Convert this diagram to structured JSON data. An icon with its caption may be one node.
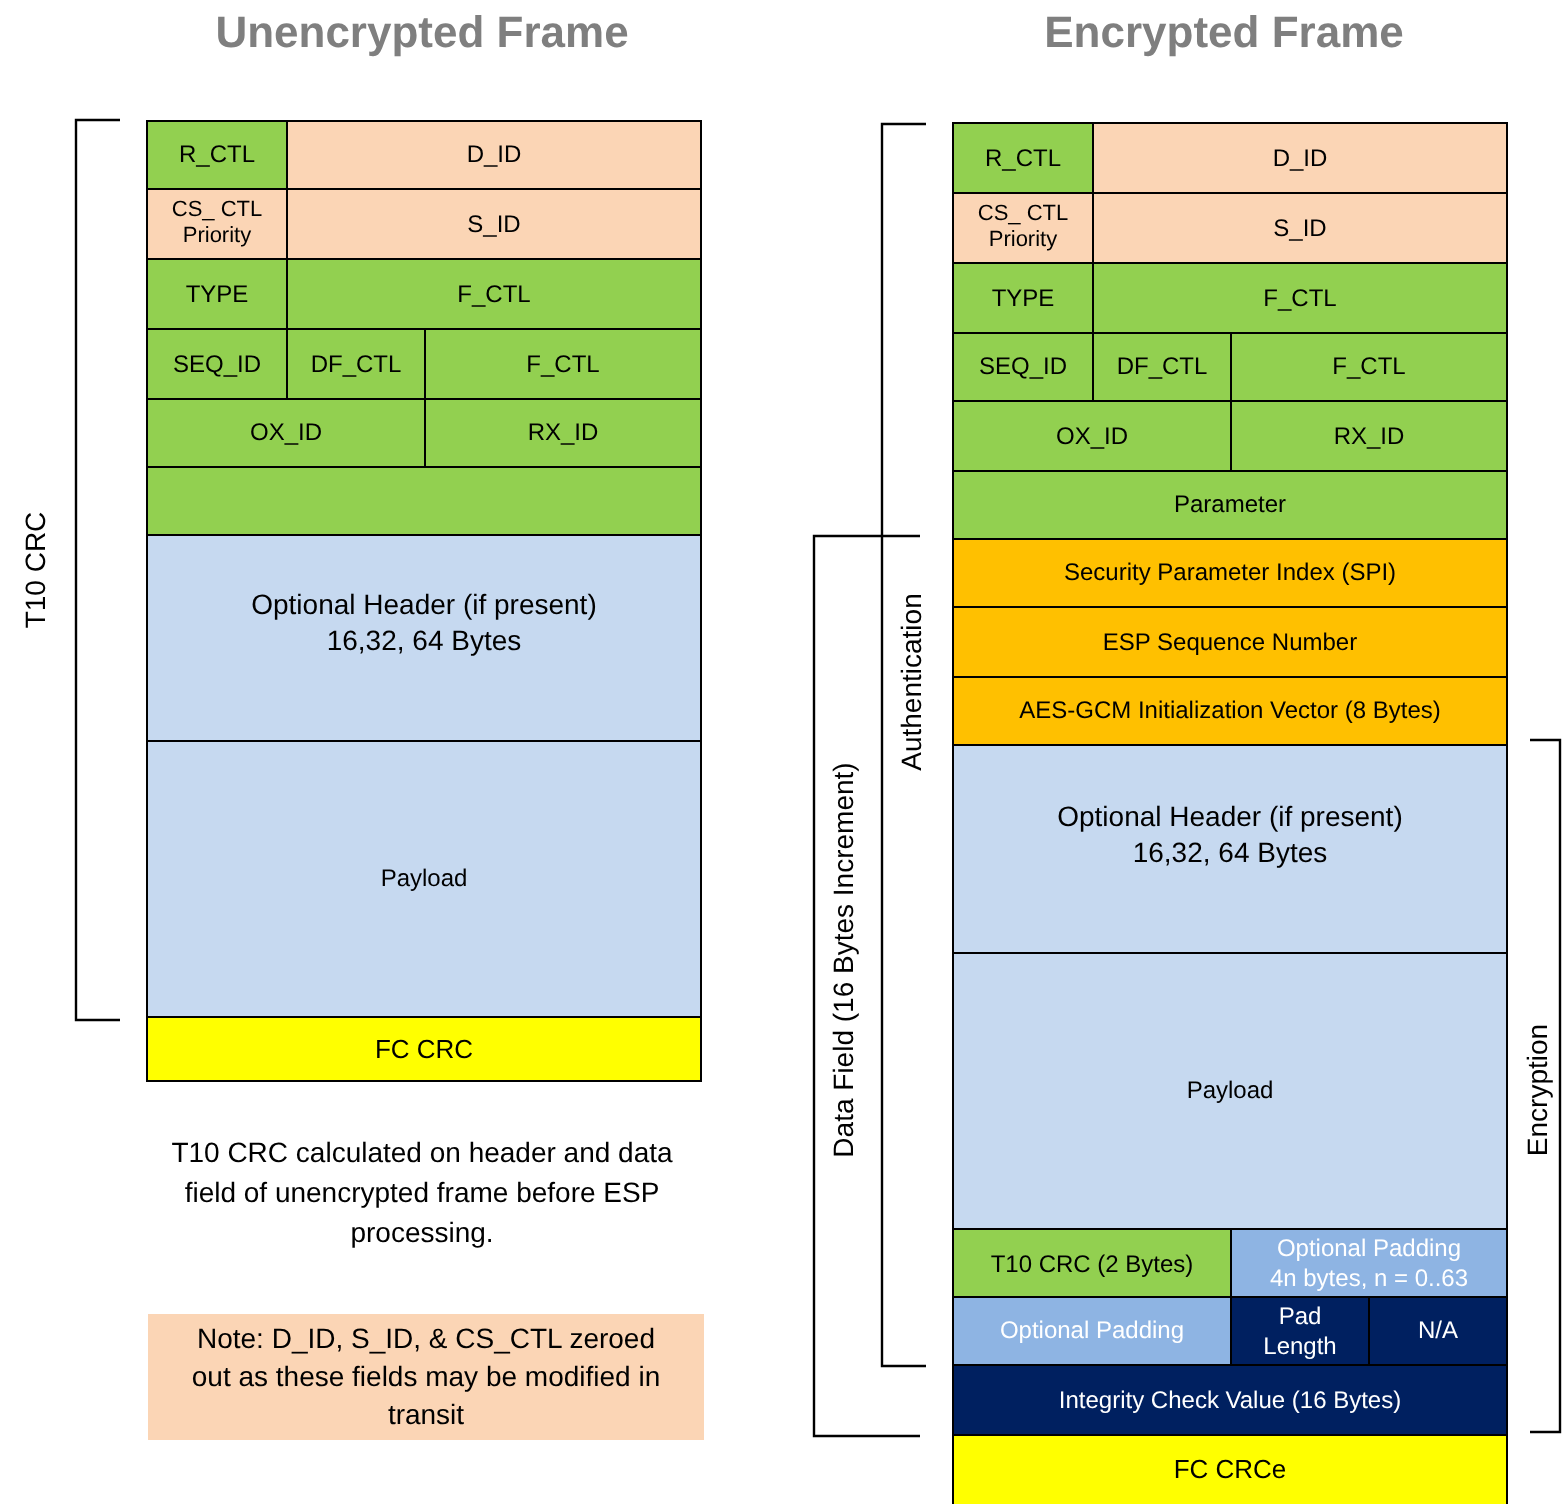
{
  "diagram": {
    "nodes": [
      {
        "text": [
          "R_CTL"
        ]
      },
      {
        "text": [
          "D_ID"
        ]
      },
      {
        "text": [
          "CS_ CTL Priority"
        ]
      },
      {
        "text": [
          "S_ID"
        ]
      },
      {
        "text": [
          "TYPE"
        ]
      },
      {
        "text": [
          "F_CTL"
        ]
      },
      {
        "text": [
          "SEQ_ID"
        ]
      },
      {
        "text": [
          "DF_CTL"
        ]
      },
      {
        "text": [
          "F_CTL"
        ]
      },
      {
        "text": [
          "OX_ID"
        ]
      },
      {
        "text": [
          "RX_ID"
        ]
      },
      {
        "text": [],
        "shape": "box"
      },
      {
        "text": [
          "Optional Header (if present)",
          "16,32, 64 Bytes"
        ]
      },
      {
        "text": [
          "Payload"
        ]
      },
      {
        "text": [
          "FC CRC"
        ]
      },
      {
        "text": [
          "Note: D_ID, S_ID, & CS_CTL zeroed out as these fields may be modified in transit"
        ]
      },
      {
        "text": [
          "R_CTL"
        ]
      },
      {
        "text": [
          "D_ID"
        ]
      },
      {
        "text": [
          "CS_ CTL Priority"
        ]
      },
      {
        "text": [
          "S_ID"
        ]
      },
      {
        "text": [
          "TYPE"
        ]
      },
      {
        "text": [
          "F_CTL"
        ]
      },
      {
        "text": [
          "SEQ_ID"
        ]
      },
      {
        "text": [
          "DF_CTL"
        ]
      },
      {
        "text": [
          "F_CTL"
        ]
      },
      {
        "text": [
          "OX_ID"
        ]
      },
      {
        "text": [
          "RX_ID"
        ]
      },
      {
        "text": [
          "Parameter"
        ]
      },
      {
        "text": [
          "Security Parameter Index (SPI)"
        ]
      },
      {
        "text": [
          "ESP Sequence Number"
        ]
      },
      {
        "text": [
          "AES-GCM Initialization Vector (8 Bytes)"
        ]
      },
      {
        "text": [
          "Optional Header (if present)",
          "16,32, 64 Bytes"
        ]
      },
      {
        "text": [
          "Payload"
        ]
      },
      {
        "text": [
          "T10 CRC (2 Bytes)"
        ]
      },
      {
        "text": [
          "Optional Padding",
          "4n bytes,  n = 0..63"
        ]
      },
      {
        "text": [
          "Optional Padding"
        ]
      },
      {
        "text": [
          "Pad Length"
        ]
      },
      {
        "text": [
          "N/A"
        ]
      },
      {
        "text": [
          "Integrity Check Value (16 Bytes)"
        ]
      },
      {
        "text": [
          "FC CRCe"
        ]
      }
    ],
    "labels": [
      "Unencrypted Frame",
      "Encrypted Frame",
      "T10 CRC",
      "T10 CRC calculated on header and data field of unencrypted frame before ESP processing.",
      "Authentication",
      "Data Field (16 Bytes Increment)",
      "Encryption"
    ]
  }
}
